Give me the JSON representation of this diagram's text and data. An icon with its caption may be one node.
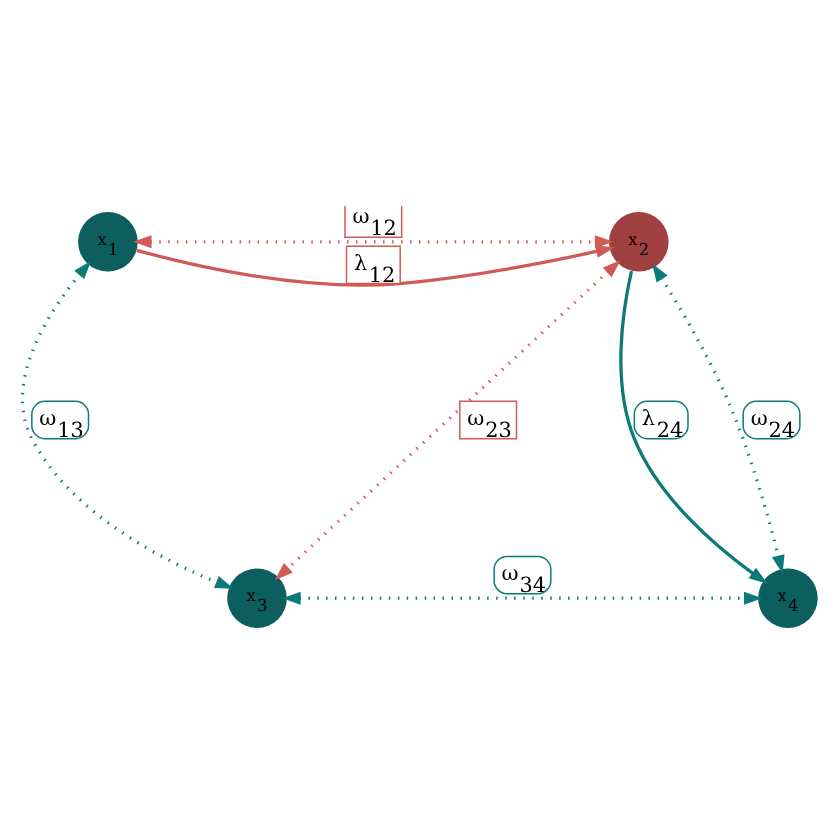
{
  "diagram": {
    "nodes": [
      {
        "text": [
          "x$_{1}$"
        ]
      },
      {
        "text": [
          "x$_{2}$"
        ]
      },
      {
        "text": [
          "x$_{3}$"
        ]
      },
      {
        "text": [
          "x$_{4}$"
        ]
      }
    ],
    "edges": [
      {
        "from": 0,
        "to": 1,
        "arrow": "to",
        "label": "λ$_{12}$",
        "color": "#d05a55"
      },
      {
        "from": 0,
        "to": 1,
        "arrow": "both",
        "label": "ω$_{12}$",
        "style": "dashed",
        "color": "#d05a55"
      },
      {
        "from": 1,
        "to": 2,
        "arrow": "both",
        "label": "ω$_{23}$",
        "style": "dashed",
        "color": "#d05a55"
      },
      {
        "from": 1,
        "to": 3,
        "arrow": "to",
        "label": "λ$_{24}$"
      },
      {
        "from": 0,
        "to": 2,
        "arrow": "both",
        "label": "ω$_{13}$",
        "style": "dashed"
      },
      {
        "from": 1,
        "to": 3,
        "arrow": "both",
        "label": "ω$_{24}$",
        "style": "dashed"
      },
      {
        "from": 2,
        "to": 3,
        "arrow": "both",
        "label": "ω$_{34}$",
        "style": "dashed"
      }
    ]
  }
}
